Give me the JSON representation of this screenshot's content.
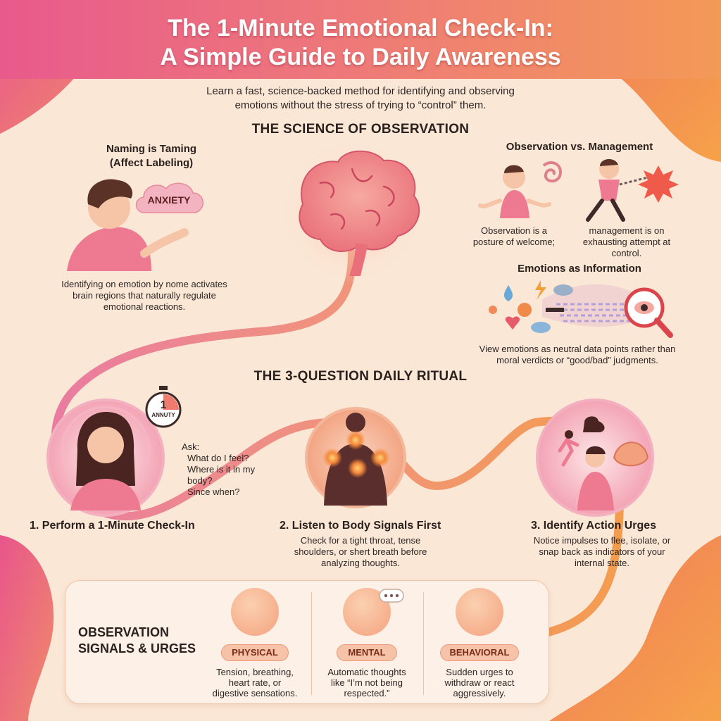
{
  "header": {
    "title_line1": "The 1-Minute Emotional Check-In:",
    "title_line2": "A Simple Guide to Daily Awareness",
    "intro_line1": "Learn a fast, science-backed method for identifying and observing",
    "intro_line2": "emotions without the stress of trying to “control” them."
  },
  "science": {
    "heading": "THE SCIENCE OF OBSERVATION",
    "naming": {
      "title_line1": "Naming is Taming",
      "title_line2": "(Affect Labeling)",
      "bubble": "ANXIETY",
      "text_line1": "Identifying on emotion by nome activates",
      "text_line2": "brain regions that naturally regulate",
      "text_line3": "emotional reactions."
    },
    "observation": {
      "title": "Observation vs. Management",
      "left_line1": "Observation is a",
      "left_line2": "posture of welcome;",
      "right_line1": "management is on",
      "right_line2": "exhausting attempt at",
      "right_line3": "control."
    },
    "information": {
      "title": "Emotions as Information",
      "text_line1": "View emotions as neutral data points rather than",
      "text_line2": "moral verdicts or “good/bad” judgments."
    }
  },
  "ritual": {
    "heading": "THE 3-QUESTION DAILY RITUAL",
    "timer_number": "1",
    "timer_label": "ANNUTY",
    "ask": [
      "Ask:",
      "What do I feel?",
      "Where is it in my",
      "body?",
      "Since when?"
    ],
    "steps": [
      {
        "title": "1. Perform a 1-Minute Check-In",
        "lines": []
      },
      {
        "title": "2. Listen to Body Signals First",
        "lines": [
          "Check for a tight throat, tense",
          "shoulders, or shert breath before",
          "analyzing thoughts."
        ]
      },
      {
        "title": "3. Identify Action Urges",
        "lines": [
          "Notice impulses to flee, isolate, or",
          "snap back as indicators of your",
          "internal state."
        ]
      }
    ]
  },
  "signals": {
    "title_line1": "OBSERVATION",
    "title_line2": "SIGNALS & URGES",
    "items": [
      {
        "label": "PHYSICAL",
        "lines": [
          "Tension, breathing,",
          "heart rate, or",
          "digestive sensations."
        ]
      },
      {
        "label": "MENTAL",
        "lines": [
          "Automatic thoughts",
          "like “I’m not being",
          "respected.”"
        ]
      },
      {
        "label": "BEHAVIORAL",
        "lines": [
          "Sudden urges to",
          "withdraw or react",
          "aggressively."
        ]
      }
    ]
  },
  "colors": {
    "pink": "#e85a8c",
    "orange": "#f39a56",
    "background": "#fbe7d6",
    "path": "#ee8a6a"
  }
}
